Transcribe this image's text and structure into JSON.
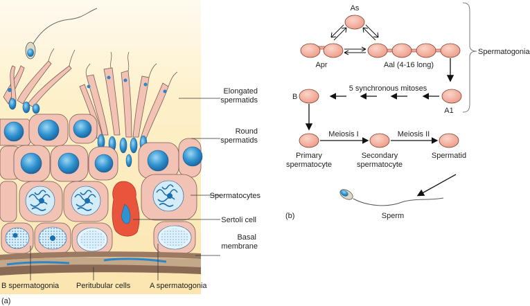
{
  "panel_a": {
    "tag": "(a)",
    "labels": {
      "elongated_1": "Elongated",
      "elongated_2": "spermatids",
      "round_1": "Round",
      "round_2": "spermatids",
      "spermatocytes": "Spermatocytes",
      "sertoli": "Sertoli cell",
      "basal_1": "Basal",
      "basal_2": "membrane",
      "b_spermatogonia": "B spermatogonia",
      "peritubular": "Peritubular cells",
      "a_spermatogonia": "A spermatogonia"
    }
  },
  "panel_b": {
    "tag": "(b)",
    "labels": {
      "as": "As",
      "apr": "Apr",
      "aal": "Aal (4-16 long)",
      "spermatogonia": "Spermatogonia",
      "mitoses": "5 synchronous mitoses",
      "b": "B",
      "a1": "A1",
      "meiosis1": "Meiosis I",
      "meiosis2": "Meiosis II",
      "primary_1": "Primary",
      "primary_2": "spermatocyte",
      "secondary_1": "Secondary",
      "secondary_2": "spermatocyte",
      "spermatid": "Spermatid",
      "sperm": "Sperm"
    }
  },
  "colors": {
    "background_tissue": "#fdf0c8",
    "cell_fill": "#f2c2b4",
    "cell_stroke": "#7a5a55",
    "nucleus": "#2a86c8",
    "nucleus_light": "#d3ecf8",
    "sertoli": "#e8553c",
    "basement": "#9c7a62",
    "node_fill": "#f3a996",
    "node_stroke": "#7a3f33"
  }
}
